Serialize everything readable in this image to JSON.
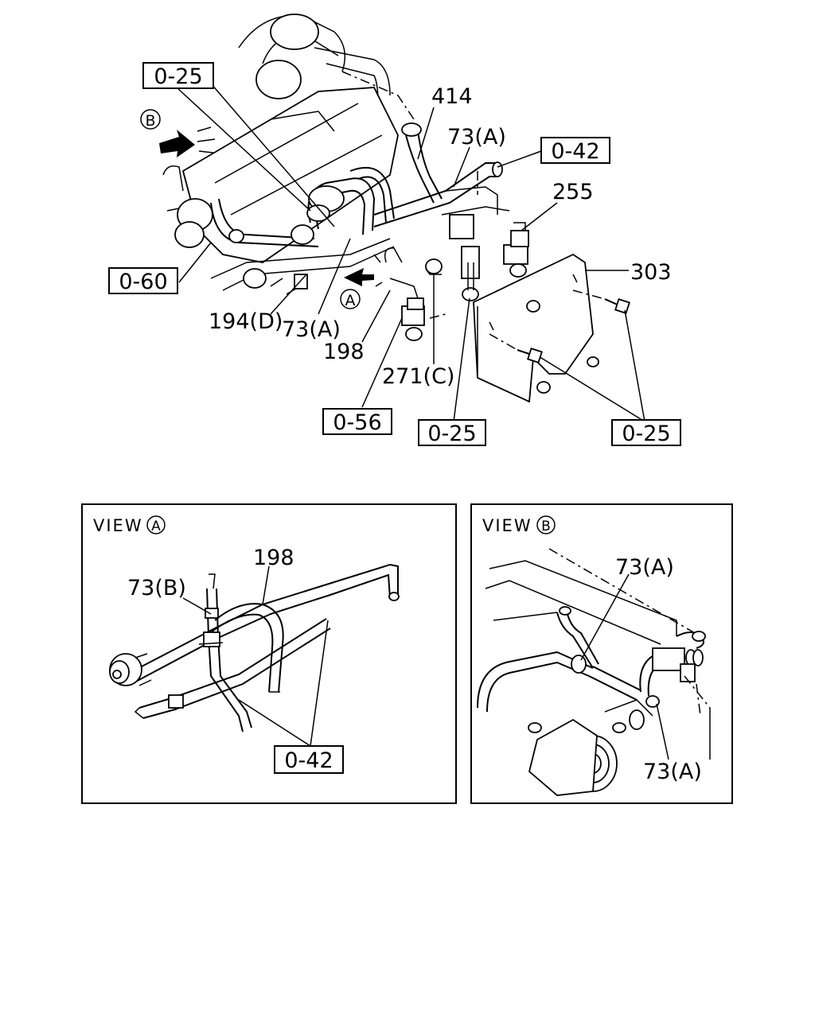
{
  "labels": {
    "ref_top_left": "0-25",
    "ref_042_top": "0-42",
    "ref_060": "0-60",
    "ref_056": "0-56",
    "ref_025_mid": "0-25",
    "ref_025_right": "0-25",
    "part_414": "414",
    "part_73a_top": "73(A)",
    "part_255": "255",
    "part_303": "303",
    "part_194d": "194(D)",
    "part_73a_left": "73(A)",
    "part_198": "198",
    "part_271c": "271(C)",
    "marker_a": "A",
    "marker_b": "B"
  },
  "view_a": {
    "title": "VIEW",
    "marker": "A",
    "part_198": "198",
    "part_73b": "73(B)",
    "ref_042": "0-42"
  },
  "view_b": {
    "title": "VIEW",
    "marker": "B",
    "part_73a_top": "73(A)",
    "part_73a_bottom": "73(A)"
  }
}
